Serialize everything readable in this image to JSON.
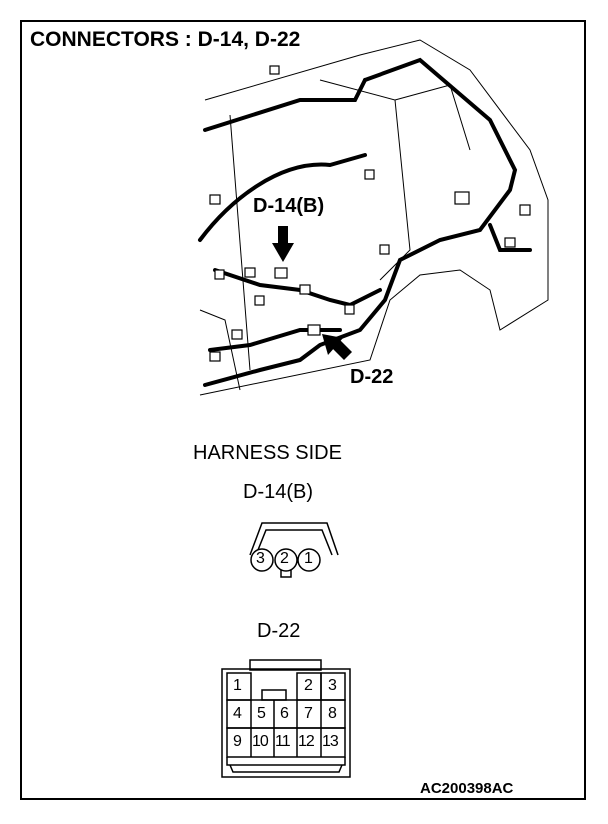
{
  "title": "CONNECTORS : D-14, D-22",
  "callouts": {
    "d14": "D-14(B)",
    "d22": "D-22"
  },
  "harness_side_label": "HARNESS SIDE",
  "connector_d14": {
    "label": "D-14(B)",
    "pins": [
      "3",
      "2",
      "1"
    ]
  },
  "connector_d22": {
    "label": "D-22",
    "pins": [
      "1",
      "2",
      "3",
      "4",
      "5",
      "6",
      "7",
      "8",
      "9",
      "10",
      "11",
      "12",
      "13"
    ]
  },
  "figure_code": "AC200398AC"
}
